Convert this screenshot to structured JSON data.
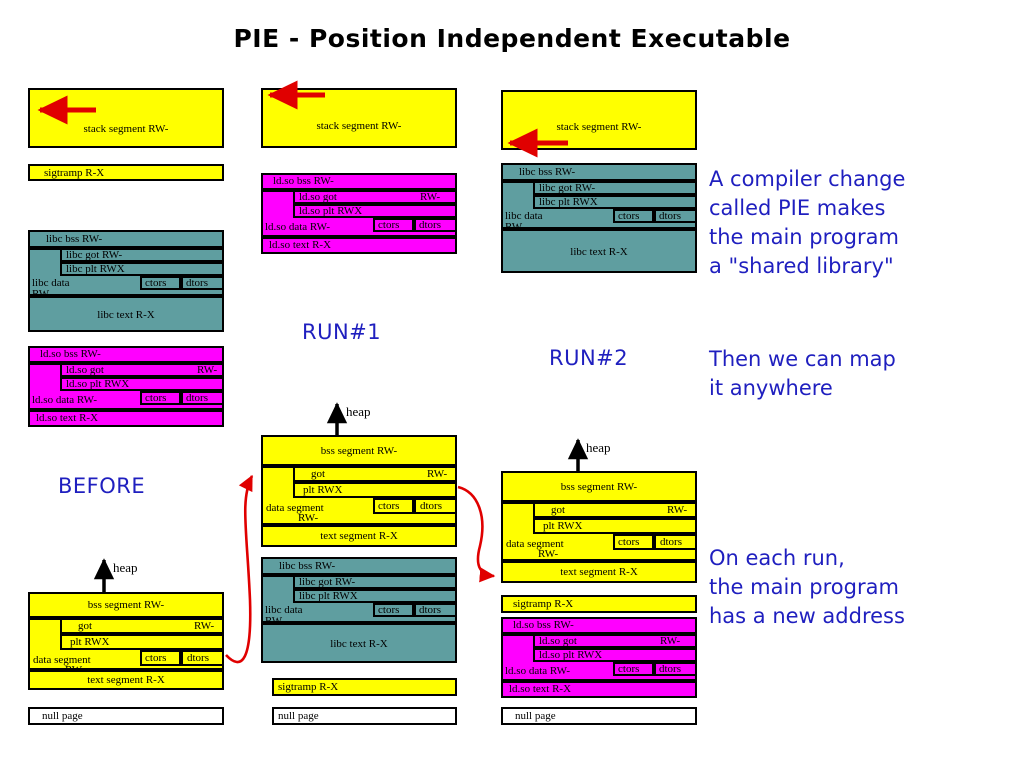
{
  "title": "PIE - Position Independent Executable",
  "palette": {
    "yellow": "#ffff00",
    "magenta": "#ff00ff",
    "teal": "#5f9ea0",
    "white": "#ffffff",
    "red_arrow": "#e00000",
    "blue_text": "#1f1fbf",
    "black": "#000000"
  },
  "labels": {
    "before": "BEFORE",
    "run1": "RUN#1",
    "run2": "RUN#2",
    "heap": "heap"
  },
  "notes": {
    "note1": "A compiler change\ncalled PIE makes\nthe main program\na \"shared library\"",
    "note2": "Then we can map\nit anywhere",
    "note3": "On each run,\nthe main program\nhas a new address"
  },
  "segments": {
    "stack": "stack segment RW-",
    "sigtramp": "sigtramp R-X",
    "null_page": "null page",
    "bss": "bss segment RW-",
    "data": "data segment",
    "data_perm": "RW-",
    "text": "text segment R-X",
    "got": "got",
    "got_perm": "RW-",
    "plt": "plt  RWX",
    "ctors": "ctors",
    "dtors": "dtors",
    "libc_bss": "libc bss RW-",
    "libc_got": "libc got   RW-",
    "libc_plt": "libc plt   RWX",
    "libc_data": "libc data",
    "libc_data_perm": "RW-",
    "libc_text": "libc text R-X",
    "ldso_bss": "ld.so bss RW-",
    "ldso_got": "ld.so got",
    "ldso_got_perm": "RW-",
    "ldso_plt": "ld.so plt  RWX",
    "ldso_data": "ld.so data RW-",
    "ldso_text": "ld.so text  R-X"
  },
  "columns": {
    "col1": {
      "name": "BEFORE"
    },
    "col2": {
      "name": "RUN#1"
    },
    "col3": {
      "name": "RUN#2"
    }
  }
}
